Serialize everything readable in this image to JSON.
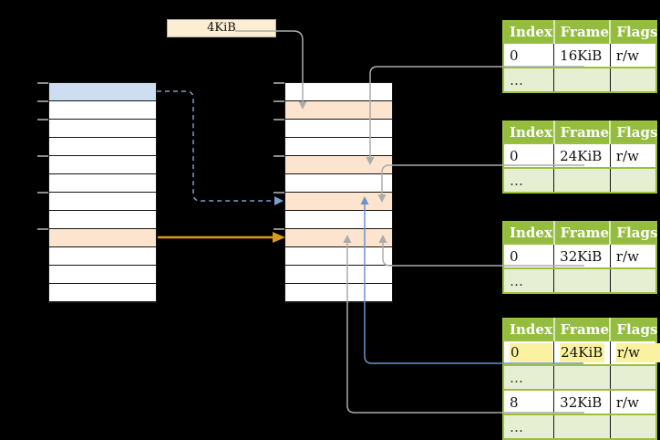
{
  "page_size_label": {
    "text": "4KiB"
  },
  "memory_columns": {
    "left": {
      "name": "left-memory-column",
      "rows": [
        "blue",
        "white",
        "white",
        "white",
        "white",
        "white",
        "white",
        "white",
        "orange",
        "white",
        "white",
        "white"
      ],
      "tick_offsets": [
        0,
        20,
        40,
        80,
        120,
        160
      ]
    },
    "middle": {
      "name": "middle-memory-column",
      "rows": [
        "white",
        "orange",
        "white",
        "white",
        "orange",
        "white",
        "orange",
        "white",
        "orange",
        "white",
        "white",
        "white"
      ],
      "tick_offsets": [
        0,
        20,
        40,
        80,
        120,
        160
      ]
    }
  },
  "page_tables": [
    {
      "name": "page-table-16kib",
      "headers": [
        "Index",
        "Frame",
        "Flags"
      ],
      "rows": [
        {
          "cells": [
            "0",
            "16KiB",
            "r/w"
          ],
          "type": "data"
        },
        {
          "cells": [
            "…",
            "",
            ""
          ],
          "type": "muted"
        }
      ]
    },
    {
      "name": "page-table-24kib",
      "headers": [
        "Index",
        "Frame",
        "Flags"
      ],
      "rows": [
        {
          "cells": [
            "0",
            "24KiB",
            "r/w"
          ],
          "type": "data"
        },
        {
          "cells": [
            "…",
            "",
            ""
          ],
          "type": "muted"
        }
      ]
    },
    {
      "name": "page-table-32kib",
      "headers": [
        "Index",
        "Frame",
        "Flags"
      ],
      "rows": [
        {
          "cells": [
            "0",
            "32KiB",
            "r/w"
          ],
          "type": "data"
        },
        {
          "cells": [
            "…",
            "",
            ""
          ],
          "type": "muted"
        }
      ]
    },
    {
      "name": "page-table-level2",
      "headers": [
        "Index",
        "Frame",
        "Flags"
      ],
      "rows": [
        {
          "cells": [
            "0",
            "24KiB",
            "r/w"
          ],
          "type": "data",
          "highlight": true
        },
        {
          "cells": [
            "…",
            "",
            ""
          ],
          "type": "muted"
        },
        {
          "cells": [
            "8",
            "32KiB",
            "r/w"
          ],
          "type": "data"
        },
        {
          "cells": [
            "…",
            "",
            ""
          ],
          "type": "muted"
        }
      ]
    }
  ],
  "connectors": [
    {
      "id": "conn-4kib",
      "color": "#ABABAB",
      "style": "solid",
      "from": "page-size-label",
      "to": "middle-column-row-1"
    },
    {
      "id": "conn-t1",
      "color": "#ABABAB",
      "style": "solid",
      "from": "page-table-16kib-row-0",
      "to": "middle-column-row-4"
    },
    {
      "id": "conn-t2",
      "color": "#ABABAB",
      "style": "solid",
      "from": "page-table-24kib-row-0",
      "to": "middle-column-row-6"
    },
    {
      "id": "conn-t3",
      "color": "#ABABAB",
      "style": "solid",
      "from": "page-table-32kib-row-0",
      "to": "middle-column-row-8"
    },
    {
      "id": "conn-t4-gray",
      "color": "#ABABAB",
      "style": "solid",
      "from": "page-table-level2-row-8",
      "to": "middle-column-row-8"
    },
    {
      "id": "conn-t4-blue",
      "color": "#6D92C5",
      "style": "solid",
      "from": "page-table-level2-row-0",
      "to": "middle-column-row-6"
    },
    {
      "id": "conn-dashed",
      "color": "#7E9DCB",
      "style": "dashed",
      "from": "left-column-row-0",
      "to": "middle-column-row-6"
    },
    {
      "id": "conn-orange",
      "color": "#D9991C",
      "style": "solid",
      "from": "left-column-row-8",
      "to": "middle-column-row-8"
    }
  ],
  "colors": {
    "background": "#000000",
    "table_header_bg": "#94BD40",
    "table_border": "#9CC03C",
    "muted_row_bg": "#E7EFD3",
    "cell_blue": "#CDDEF2",
    "cell_orange": "#FCE4CE",
    "label_cream": "#FBEED2",
    "highlight_yellow": "#FAF2A0",
    "tick_gray": "#8C8C8C"
  }
}
